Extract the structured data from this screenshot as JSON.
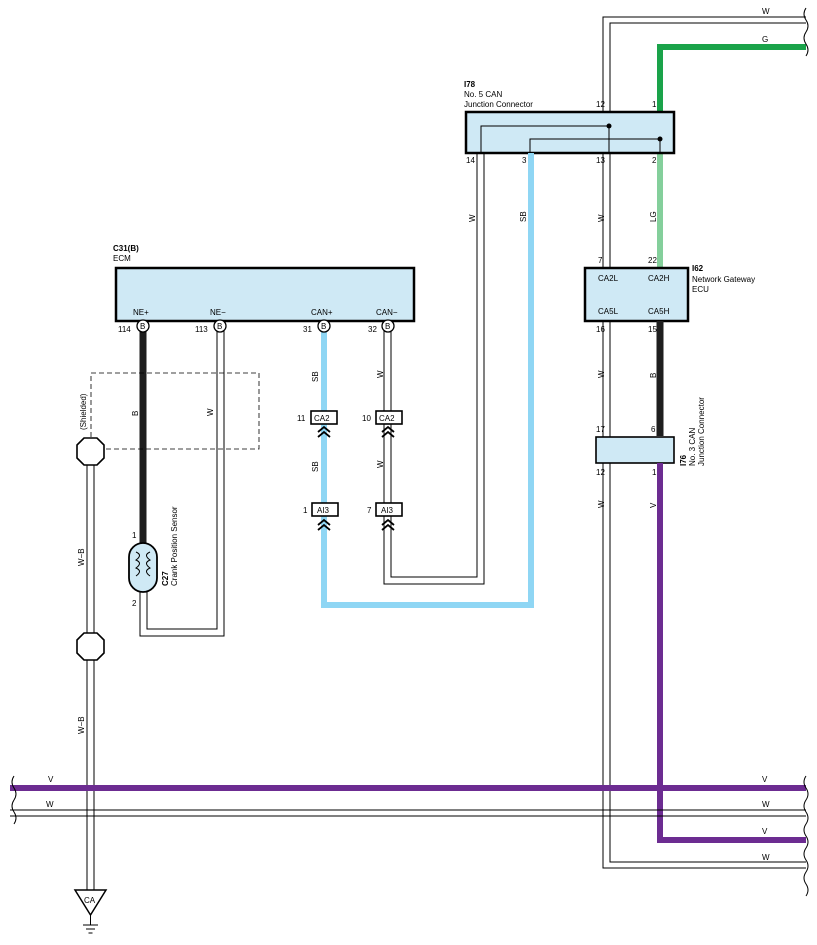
{
  "ecm": {
    "code": "C31(B)",
    "name": "ECM",
    "pins": [
      {
        "label": "NE+",
        "number": "114",
        "mark": "B"
      },
      {
        "label": "NE−",
        "number": "113",
        "mark": "B"
      },
      {
        "label": "CAN+",
        "number": "31",
        "mark": "B"
      },
      {
        "label": "CAN−",
        "number": "32",
        "mark": "B"
      }
    ]
  },
  "junction5": {
    "code": "I78",
    "name_line1": "No.  5 CAN",
    "name_line2": "Junction Connector",
    "pins_top": [
      "12",
      "1"
    ],
    "pins_bottom": [
      "14",
      "3",
      "13",
      "2"
    ]
  },
  "gateway": {
    "code": "I62",
    "name_line1": "Network Gateway",
    "name_line2": "ECU",
    "labels": [
      "CA2L",
      "CA2H",
      "CA5L",
      "CA5H"
    ],
    "pins_top": [
      "7",
      "22"
    ],
    "pins_bottom": [
      "16",
      "15"
    ]
  },
  "junction3": {
    "code": "I76",
    "name_line1": "No.  3 CAN",
    "name_line2": "Junction Connector",
    "pins_top": [
      "17",
      "6"
    ],
    "pins_bottom": [
      "12",
      "1"
    ]
  },
  "sensor": {
    "code": "C27",
    "name": "Crank Position Sensor",
    "pins": [
      "1",
      "2"
    ]
  },
  "connectors": {
    "ca2": {
      "label": "CA2",
      "pins": [
        "11",
        "10"
      ]
    },
    "ai3": {
      "label": "AI3",
      "pins": [
        "1",
        "7"
      ]
    }
  },
  "shielded_label": "(Shielded)",
  "ground": {
    "label": "CA"
  },
  "wire_colors": {
    "W": "W",
    "G": "G",
    "LG": "LG",
    "SB": "SB",
    "B": "B",
    "V": "V",
    "WB": "W−B"
  },
  "colors": {
    "connector_fill": "#cfe9f5",
    "sky_blue": "#8fd6f4",
    "black": "#1e1e1e",
    "green": "#1aa34a",
    "light_green": "#84cf9b",
    "violet": "#6c2c91"
  }
}
